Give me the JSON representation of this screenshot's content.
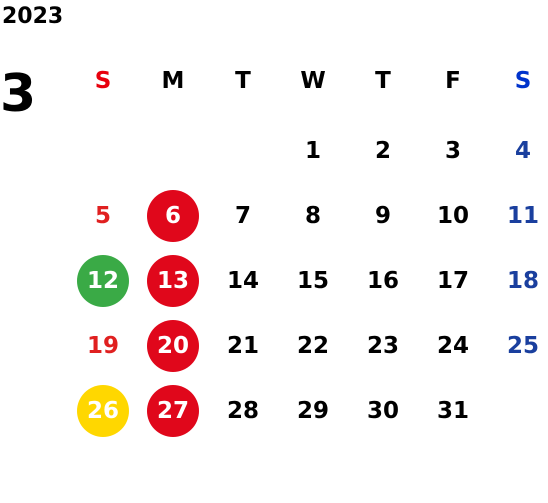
{
  "calendar": {
    "year": "2023",
    "month": "3",
    "weekday_headers": [
      "S",
      "M",
      "T",
      "W",
      "T",
      "F",
      "S"
    ],
    "colors": {
      "sunday": "#e02020",
      "saturday": "#1a3f9e",
      "weekday": "#000000",
      "header_sunday": "#e8000d",
      "header_saturday": "#0033cc",
      "red_circle": "#e0071b",
      "green_circle": "#3aaa46",
      "yellow_circle": "#ffd700",
      "circle_text": "#ffffff"
    },
    "weeks": [
      [
        null,
        null,
        null,
        {
          "d": "1"
        },
        {
          "d": "2"
        },
        {
          "d": "3"
        },
        {
          "d": "4"
        }
      ],
      [
        {
          "d": "5"
        },
        {
          "d": "6",
          "mark": "red"
        },
        {
          "d": "7"
        },
        {
          "d": "8"
        },
        {
          "d": "9"
        },
        {
          "d": "10"
        },
        {
          "d": "11"
        }
      ],
      [
        {
          "d": "12",
          "mark": "green"
        },
        {
          "d": "13",
          "mark": "red"
        },
        {
          "d": "14"
        },
        {
          "d": "15"
        },
        {
          "d": "16"
        },
        {
          "d": "17"
        },
        {
          "d": "18"
        }
      ],
      [
        {
          "d": "19"
        },
        {
          "d": "20",
          "mark": "red"
        },
        {
          "d": "21"
        },
        {
          "d": "22"
        },
        {
          "d": "23"
        },
        {
          "d": "24"
        },
        {
          "d": "25"
        }
      ],
      [
        {
          "d": "26",
          "mark": "yellow"
        },
        {
          "d": "27",
          "mark": "red"
        },
        {
          "d": "28"
        },
        {
          "d": "29"
        },
        {
          "d": "30"
        },
        {
          "d": "31"
        },
        null
      ]
    ]
  }
}
